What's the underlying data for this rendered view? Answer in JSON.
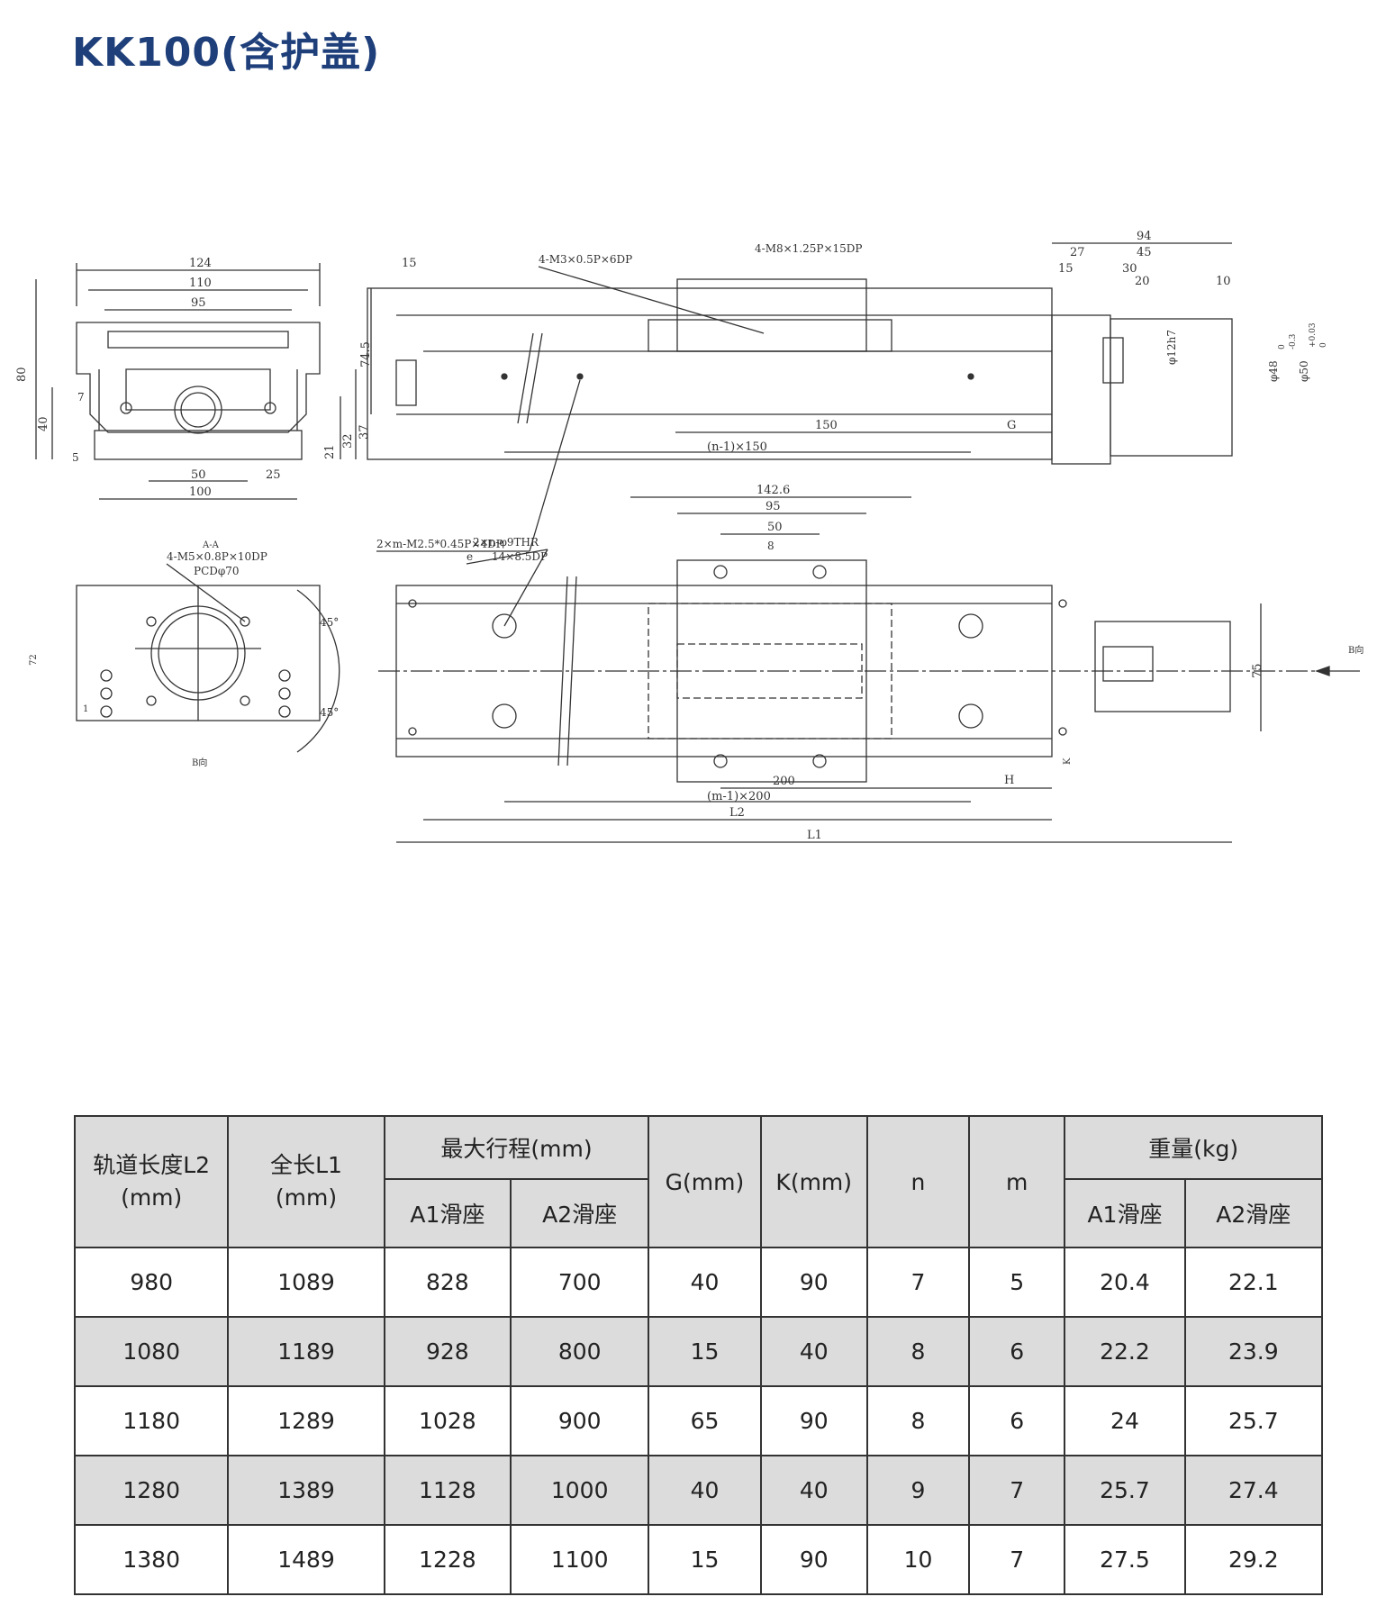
{
  "title": "KK100(含护盖)",
  "drawing": {
    "sec_aa": {
      "dims": [
        "124",
        "110",
        "95",
        "80",
        "40",
        "7",
        "5",
        "37",
        "32",
        "21",
        "50",
        "25",
        "100"
      ],
      "caption": "A-A"
    },
    "side": {
      "dims": [
        "15",
        "74.5",
        "150",
        "(n-1)×150",
        "G",
        "94",
        "27",
        "45",
        "15",
        "30",
        "20",
        "10",
        "φ12h7",
        "φ48",
        "0",
        "-0.3",
        "φ50",
        "+0.03",
        "0"
      ],
      "notes": [
        "4-M3×0.5P×6DP",
        "4-M8×1.25P×15DP",
        "2×m-M2.5*0.45P×4DP"
      ]
    },
    "end_b": {
      "notes": [
        "4-M5×0.8P×10DP",
        "PCDφ70"
      ],
      "dims": [
        "45°",
        "45°",
        "72",
        "1"
      ],
      "caption": "B向"
    },
    "top": {
      "dims": [
        "142.6",
        "95",
        "50",
        "8",
        "200",
        "(m-1)×200",
        "L2",
        "L1",
        "H",
        "75",
        "K"
      ],
      "notes": [
        "2×n-φ9THR",
        "e",
        "14×8.5DP"
      ],
      "dir": "B向"
    }
  },
  "table": {
    "headers": {
      "rail_length": [
        "轨道长度L2",
        "(mm)"
      ],
      "total_length": [
        "全长L1",
        "(mm)"
      ],
      "max_stroke": "最大行程(mm)",
      "g": "G(mm)",
      "k": "K(mm)",
      "n": "n",
      "m": "m",
      "weight": "重量(kg)",
      "a1": "A1滑座",
      "a2": "A2滑座"
    },
    "rows": [
      [
        "980",
        "1089",
        "828",
        "700",
        "40",
        "90",
        "7",
        "5",
        "20.4",
        "22.1"
      ],
      [
        "1080",
        "1189",
        "928",
        "800",
        "15",
        "40",
        "8",
        "6",
        "22.2",
        "23.9"
      ],
      [
        "1180",
        "1289",
        "1028",
        "900",
        "65",
        "90",
        "8",
        "6",
        "24",
        "25.7"
      ],
      [
        "1280",
        "1389",
        "1128",
        "1000",
        "40",
        "40",
        "9",
        "7",
        "25.7",
        "27.4"
      ],
      [
        "1380",
        "1489",
        "1228",
        "1100",
        "15",
        "90",
        "10",
        "7",
        "27.5",
        "29.2"
      ]
    ]
  }
}
